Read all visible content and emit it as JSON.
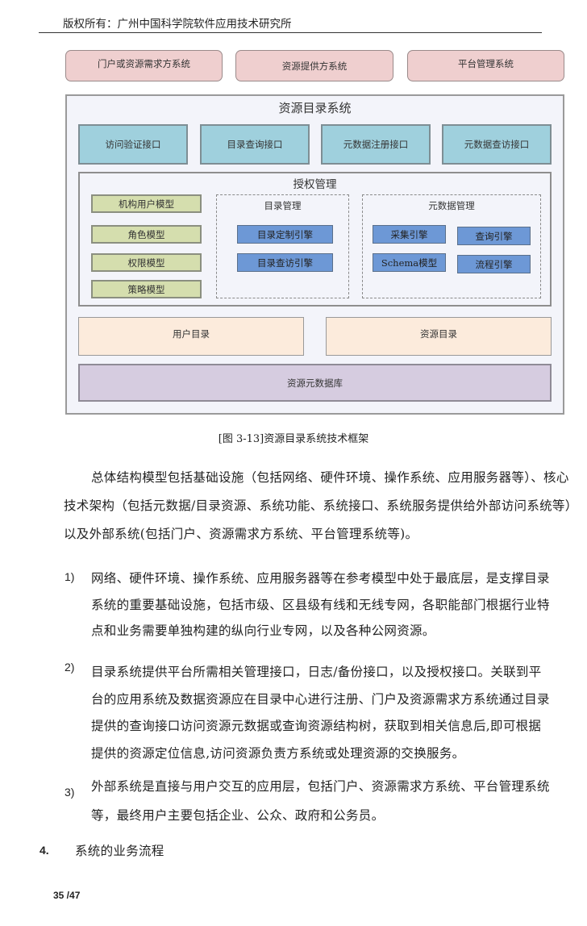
{
  "header": {
    "title": "版权所有：广州中国科学院软件应用技术研究所"
  },
  "diagram": {
    "top_systems": [
      "门户或资源需求方系统",
      "资源提供方系统",
      "平台管理系统"
    ],
    "main_title": "资源目录系统",
    "interfaces": [
      "访问验证接口",
      "目录查询接口",
      "元数据注册接口",
      "元数据查访接口"
    ],
    "auth_title": "授权管理",
    "models": [
      "机构用户模型",
      "角色模型",
      "权限模型",
      "策略模型"
    ],
    "catalog_mgmt": {
      "title": "目录管理",
      "items": [
        "目录定制引擎",
        "目录查访引擎"
      ]
    },
    "metadata_mgmt": {
      "title": "元数据管理",
      "items": [
        "采集引擎",
        "查询引擎",
        "Schema模型",
        "流程引擎"
      ]
    },
    "directories": [
      "用户目录",
      "资源目录"
    ],
    "database": "资源元数据库"
  },
  "caption": "[图 3-13]资源目录系统技术框架",
  "paragraph": [
    "总体结构模型包括基础设施（包括网络、硬件环境、操作系统、应用服务器等）、核心",
    "技术架构（包括元数据/目录资源、系统功能、系统接口、系统服务提供给外部访问系统等）",
    "以及外部系统(包括门户、资源需求方系统、平台管理系统等)。"
  ],
  "list": [
    {
      "num": "1)",
      "lines": [
        "网络、硬件环境、操作系统、应用服务器等在参考模型中处于最底层，是支撑目录",
        "系统的重要基础设施，包括市级、区县级有线和无线专网，各职能部门根据行业特",
        "点和业务需要单独构建的纵向行业专网，以及各种公网资源。"
      ]
    },
    {
      "num": "2)",
      "lines": [
        "目录系统提供平台所需相关管理接口，日志/备份接口，以及授权接口。关联到平",
        "台的应用系统及数据资源应在目录中心进行注册、门户及资源需求方系统通过目录",
        "提供的查询接口访问资源元数据或查询资源结构树，获取到相关信息后,即可根据",
        "提供的资源定位信息,访问资源负责方系统或处理资源的交换服务。"
      ]
    },
    {
      "num": "3)",
      "lines": [
        "外部系统是直接与用户交互的应用层，包括门户、资源需求方系统、平台管理系统",
        "等，最终用户主要包括企业、公众、政府和公务员。"
      ]
    }
  ],
  "section": {
    "num": "4.",
    "title": "系统的业务流程"
  },
  "footer": {
    "page": "35 /47"
  }
}
